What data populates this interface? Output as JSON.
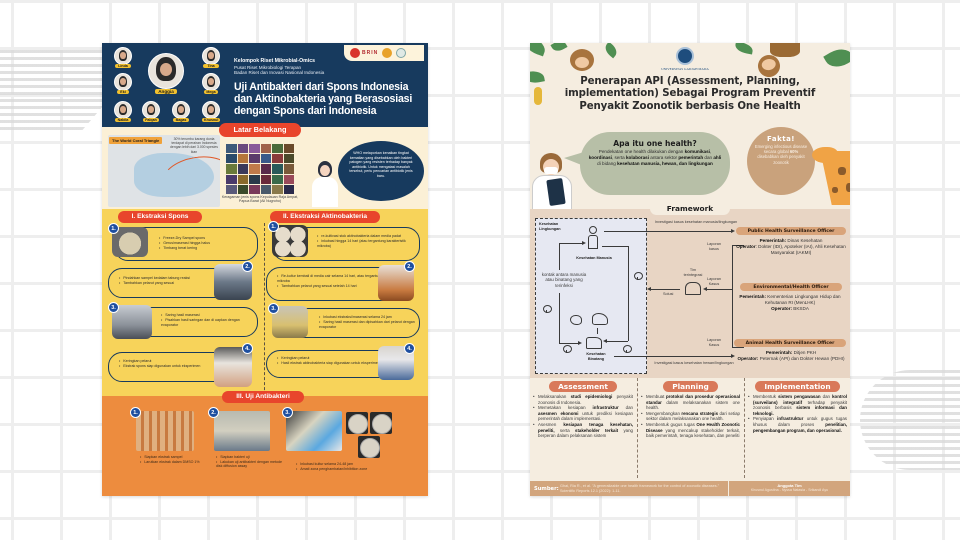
{
  "left_poster": {
    "team": {
      "members": [
        "Linda",
        "Tina",
        "Eki",
        "Anggia",
        "Mega",
        "Nabila",
        "Falqah",
        "Bagas",
        "Khusnul"
      ]
    },
    "logos": {
      "brin": "BRIN"
    },
    "org": {
      "line1": "Kelompok Riset Mikrobial-Omics",
      "line2": "Pusat Riset Mikrobiologi Terapan",
      "line3": "Badan Riset dan Inovasi Nasional Indonesia"
    },
    "title": "Uji Antibakteri dari Spons Indonesia dan Aktinobakteria yang Berasosiasi dengan Spons dari Indonesia",
    "latar_belakang": {
      "heading": "Latar Belakang",
      "map_label": "The World Coral Triangle",
      "map_caption": "30% terumbu karang dunia terdapat di perairan Indonesia dengan lebih dari 3.000 spesies ikan",
      "coral_caption": "Keragaman jenis spons Kepulauan Raja Ampat, Papua Barat (Ali Nugroho)",
      "who_text": "WHO melaporkan kenaikan tingkat kematian yang disebabkan oleh bakteri patogen yang resisten terhadap banyak antibiotik. Untuk mengatasi masalah tersebut, perlu pencarian antibiotik jenis baru."
    },
    "sections": {
      "spons": {
        "heading": "I. Ekstraksi Spons",
        "steps": [
          {
            "num": "1.",
            "items": [
              "Freeze-Dry Sampel spons",
              "Gerus/maserasi hingga halus",
              "Timbang berat kering"
            ]
          },
          {
            "num": "2.",
            "items": [
              "Pindahkan sampel kedalam tabung reaksi",
              "Tambahkan pelarut yang sesuai"
            ]
          },
          {
            "num": "3.",
            "items": [
              "Saring hasil maserasi",
              "Pisahkan hasil saringan dan di uapkan dengan evaporator"
            ]
          },
          {
            "num": "4.",
            "items": [
              "Keringkan pelarut",
              "Ekstrak spons siap digunakan untuk eksperimen"
            ]
          }
        ]
      },
      "aktino": {
        "heading": "II. Ekstraksi Aktinobakteria",
        "steps": [
          {
            "num": "1.",
            "items": [
              "re-kultivasi stok aktinobakteria dalam media padat",
              "inkubasi hingga 14 hari (atau tergantung karakteristik mikroba)"
            ]
          },
          {
            "num": "2.",
            "items": [
              "Re-kultur kembali di media cair selama 14 hari, atau tergantung karakteristik mikroba",
              "Tambahkan pelarut yang sesuai setelah 14 hari"
            ]
          },
          {
            "num": "3.",
            "items": [
              "Inkubasi ekstraksi/maserasi selama 24 jam",
              "Saring hasil maserasi dan dipisahkan dari pelarut dengan evaporator"
            ]
          },
          {
            "num": "4.",
            "items": [
              "Keringkan pelarut",
              "Hasil ekstrak aktinobakteria siap digunakan untuk eksperimen"
            ]
          }
        ]
      },
      "uji": {
        "heading": "III. Uji Antibakteri",
        "steps": [
          {
            "num": "1.",
            "items": [
              "Siapkan ekstrak sampel",
              "Larutkan ekstrak dalam DMSO 1%"
            ]
          },
          {
            "num": "2.",
            "items": [
              "Siapkan bakteri uji",
              "Lakukan uji antibakteri dengan metode disk diffusion assay"
            ]
          },
          {
            "num": "3.",
            "items": [
              "Inkubasi kultur selama 24-48 jam",
              "Amati zona penghambatan/inhibition zone"
            ]
          }
        ]
      }
    },
    "colors": {
      "navy": "#173a5e",
      "yellow": "#f7d35a",
      "red_pill": "#e8452c",
      "orange": "#ed8c3e",
      "cream": "#fbf0d6"
    }
  },
  "right_poster": {
    "university": "UNIVERSITAS GADJAH MADA",
    "title": "Penerapan API (Assessment, Planning, implementation) Sebagai Program Preventif Penyakit Zoonotik berbasis One Health",
    "one_health": {
      "heading": "Apa itu one health?",
      "p1": "Pendekatan one health dilakukan dengan ",
      "b1": "komunikasi",
      "p2": ", ",
      "b2": "koordinasi",
      "p3": ", serta ",
      "b3": "kolaborasi",
      "p4": " antara sektor ",
      "b4": "pemerintah",
      "p5": " dan ",
      "b5": "ahli",
      "p6": " di bidang ",
      "b6": "kesehatan manusia, hewan, dan lingkungan"
    },
    "fakta": {
      "heading": "Fakta!",
      "line1": "Emerging infectious disease secara global",
      "bold": "60%",
      "line2": " disebabkan oleh penyakit zoonotik"
    },
    "framework": {
      "heading": "Framework",
      "lingkungan": "Kesehatan Lingkungan",
      "manusia": "Kesehatan Manusia",
      "binatang": "Kesehatan Binatang",
      "kontak": "kontak antara manusia atau binatang yang terinfeksi",
      "tim": "Tim terintegrasi",
      "solusi": "Solusi",
      "investigasi_top": "Investigasi kasus kesehatan manusia/lingkungan",
      "investigasi_bottom": "Investigasi kasus kesehatan hewan/lingkungan",
      "laporan": [
        "Laporan kasus",
        "Laporan Kasus",
        "Laporan Kasus"
      ],
      "officers": [
        {
          "title": "Public Health Surveillance Officer",
          "gov_label": "Pemerintah:",
          "gov": " Dinas Kesehatan",
          "op_label": "Operator",
          "op": ": Dokter (IDI), Apoteker (IAI), Ahli Kesehatan Masyarakat (IAKMI)"
        },
        {
          "title": "Environmental/Health Officer",
          "gov_label": "Pemerintah:",
          "gov": " Kementerian Lingkungan Hidup dan Kehutanan RI (MenLHK)",
          "op_label": "Operator:",
          "op": " BKSDA"
        },
        {
          "title": "Animal Health Surveillance Officer",
          "gov_label": "Pemerintah:",
          "gov": " Ditjen PKH",
          "op_label": "Operator:",
          "op": " Peternak (API) dan Dokter Hewan (PDHI)"
        }
      ]
    },
    "api": {
      "assessment": {
        "heading": "Assessment",
        "items": [
          [
            "Melaksanakan ",
            "studi epidemiologi",
            " penyakit zoonosis di Indonesia."
          ],
          [
            "Memetakan kesiapan ",
            "infrastruktur",
            " dan ",
            "asesmen ekonomi",
            " untuk prediksi kesiapan pemerintah dalam implementasi."
          ],
          [
            "Asesmen ",
            "kesiapan tenaga kesehatan, peneliti,",
            " serta ",
            "stakeholder terkait",
            " yang berperan dalam pelaksanan sistem"
          ]
        ]
      },
      "planning": {
        "heading": "Planning",
        "items": [
          [
            "Membuat ",
            "protokol dan prosedur operasional standar",
            " dalam melaksanakan sistem one health."
          ],
          [
            "Mengembangkan ",
            "rencana strategis",
            " dari setiap sektor dalam melaksanakan one health."
          ],
          [
            "Membentuk gugus tugas ",
            "One Health Zoonotic Disease",
            " yang mencakup stakeholder terkait, baik pemerintah, tenaga kesehatan, dan peneliti"
          ]
        ]
      },
      "implementation": {
        "heading": "Implementation",
        "items": [
          [
            "Membentuk ",
            "sistem pengawasan",
            " dan ",
            "kontrol (surveilans) integratif",
            " terhadap penyakit zoonosis berbasis ",
            "sistem informasi dan teknologi."
          ],
          [
            "Penyiapan ",
            "infrastruktur",
            " untuk gugus tugas khusus dalam proses ",
            "penelitian, pengembangan program, dan operasional."
          ]
        ]
      }
    },
    "footer": {
      "label": "Sumber:",
      "source": "Ghai, Ria R., et al. \"A generalizable one health framework for the control of zoonotic diseases.\" Scientific Reports 12.1 (2022): 1-11.",
      "team_label": "Anggota Tim",
      "team": "Khusnul Agustina - Nyssa Natasia - Srikandi Ayu"
    },
    "colors": {
      "cream": "#f5ede0",
      "band": "#e8d5c4",
      "accent": "#d9795a",
      "officer": "#d9a47a",
      "bubble": "#b7bfa7",
      "fakta": "#c9a27c"
    }
  }
}
